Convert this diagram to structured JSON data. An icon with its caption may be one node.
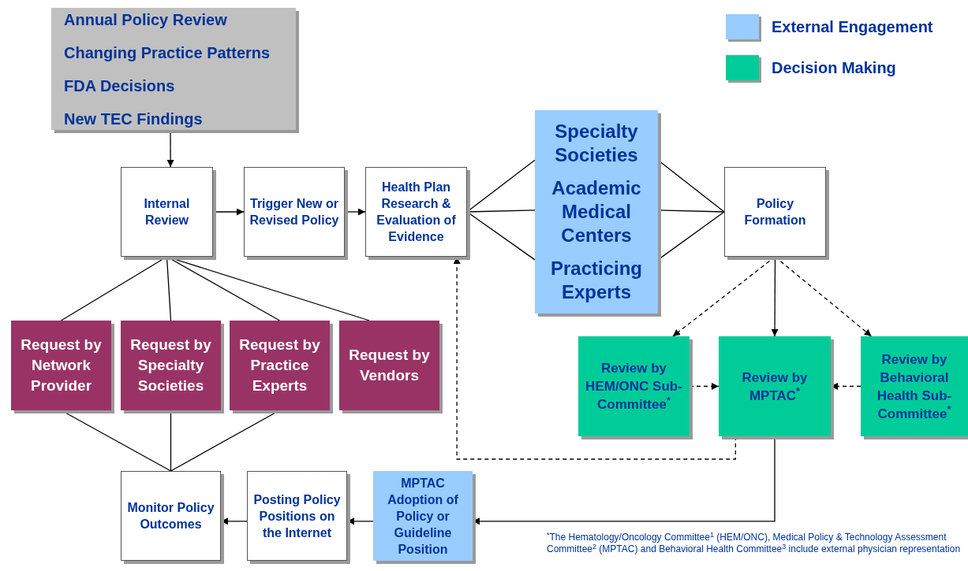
{
  "diagram": {
    "nodes": [
      {
        "text": [
          "Annual Policy Review",
          "Changing Practice Patterns",
          "FDA Decisions",
          "New TEC Findings"
        ]
      },
      {
        "text": [
          "Internal Review"
        ]
      },
      {
        "text": [
          "Trigger New or Revised Policy"
        ]
      },
      {
        "text": [
          "Health Plan Research & Evaluation of Evidence"
        ]
      },
      {
        "text": [
          "Specialty Societies",
          "Academic Medical Centers",
          "Practicing Experts"
        ]
      },
      {
        "text": [
          "Policy Formation"
        ]
      },
      {
        "text": [
          "Request by Network Provider"
        ]
      },
      {
        "text": [
          "Request by Specialty Societies"
        ]
      },
      {
        "text": [
          "Request by Practice Experts"
        ]
      },
      {
        "text": [
          "Request by Vendors"
        ]
      },
      {
        "text": [
          "Review by HEM/ONC Sub-Committee$^{*}$"
        ]
      },
      {
        "text": [
          "Review by MPTAC$^{*}$"
        ]
      },
      {
        "text": [
          "Review by Behavioral Health Sub-Committee$^{*}$"
        ]
      },
      {
        "text": [
          "Monitor Policy Outcomes"
        ]
      },
      {
        "text": [
          "Posting Policy Positions on the Internet"
        ]
      },
      {
        "text": [
          "MPTAC Adoption of Policy or Guideline Position"
        ]
      }
    ],
    "edges": [
      {
        "from": 0,
        "to": 1,
        "arrow": "to"
      },
      {
        "from": 1,
        "to": 2,
        "arrow": "to"
      },
      {
        "from": 2,
        "to": 3,
        "arrow": "to"
      },
      {
        "from": 3,
        "to": 4,
        "arrow": "none"
      },
      {
        "from": 3,
        "to": 4,
        "arrow": "none"
      },
      {
        "from": 3,
        "to": 4,
        "arrow": "none"
      },
      {
        "from": 5,
        "to": 4,
        "arrow": "none"
      },
      {
        "from": 5,
        "to": 4,
        "arrow": "none"
      },
      {
        "from": 5,
        "to": 4,
        "arrow": "none"
      },
      {
        "from": 5,
        "to": 10,
        "arrow": "to",
        "style": "dashed"
      },
      {
        "from": 5,
        "to": 11,
        "arrow": "to"
      },
      {
        "from": 5,
        "to": 12,
        "arrow": "to",
        "style": "dashed"
      },
      {
        "from": 10,
        "to": 11,
        "arrow": "to",
        "style": "dashed"
      },
      {
        "from": 12,
        "to": 11,
        "arrow": "to",
        "style": "dashed"
      },
      {
        "from": 11,
        "to": 3,
        "arrow": "to",
        "style": "dashed"
      },
      {
        "from": 11,
        "to": 15,
        "arrow": "to"
      },
      {
        "from": 15,
        "to": 14,
        "arrow": "to"
      },
      {
        "from": 14,
        "to": 13,
        "arrow": "to"
      },
      {
        "from": 1,
        "to": 6,
        "arrow": "none"
      },
      {
        "from": 1,
        "to": 7,
        "arrow": "none"
      },
      {
        "from": 1,
        "to": 8,
        "arrow": "none"
      },
      {
        "from": 1,
        "to": 9,
        "arrow": "none"
      },
      {
        "from": 6,
        "to": 13,
        "arrow": "none"
      },
      {
        "from": 7,
        "to": 13,
        "arrow": "none"
      },
      {
        "from": 8,
        "to": 13,
        "arrow": "none"
      }
    ],
    "labels": [
      "$^{*}$The Hematology/Oncology Committee$^{1}$ (HEM/ONC), Medical Policy & Technology Assessment Committee$^{2}$ (MPTAC) and Behavioral Health Committee$^{3}$ include external physician representation"
    ],
    "legend": [
      {
        "text": "External Engagement",
        "color": "#99ccff"
      },
      {
        "text": "Decision Making",
        "color": "#00cc99"
      }
    ]
  }
}
